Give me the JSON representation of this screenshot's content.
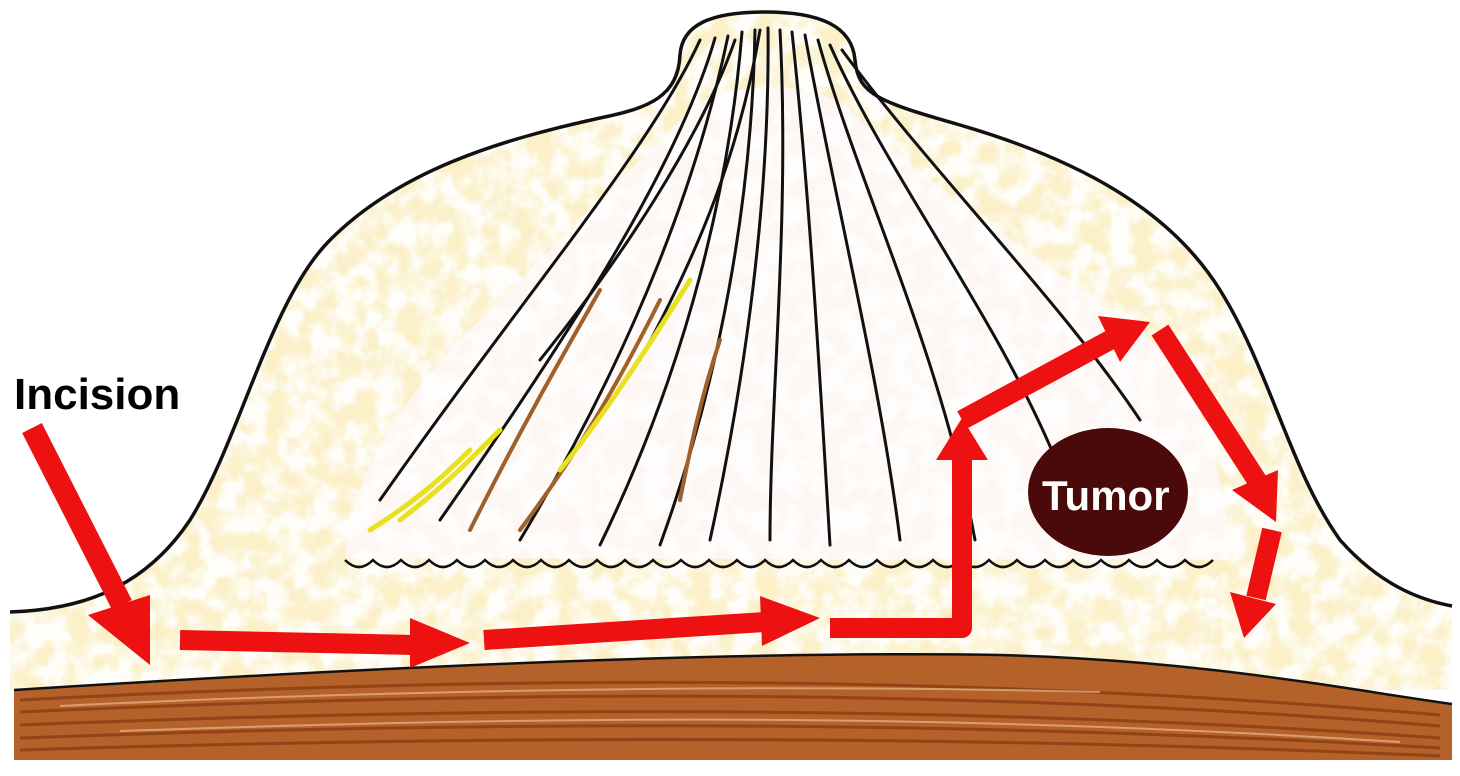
{
  "labels": {
    "incision": "Incision",
    "tumor": "Tumor"
  },
  "colors": {
    "background": "#ffffff",
    "outline": "#111111",
    "fat": "#f0d36a",
    "gland": "#f5ddd0",
    "muscle": "#a8541c",
    "duct_brown": "#a0602a",
    "duct_yellow": "#e8e020",
    "arrow": "#ee1111",
    "tumor": "#4a0a0a",
    "tumor_text": "#ffffff"
  },
  "icons": {
    "surgical_path": "red-arrow-path",
    "tumor": "dark-red-ellipse"
  }
}
